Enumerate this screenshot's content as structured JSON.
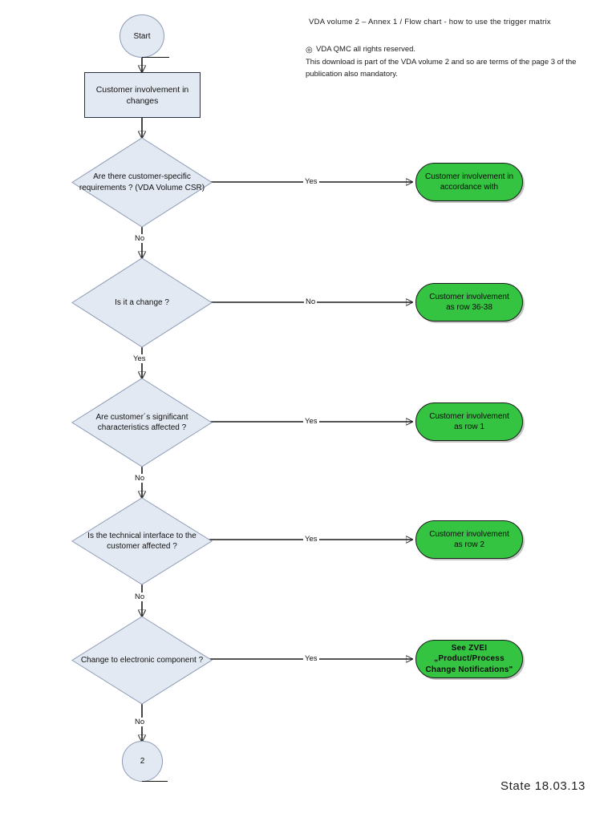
{
  "header": {
    "title": "VDA volume 2 – Annex 1 / Flow chart - how to use the trigger matrix",
    "copyright_symbol": "◎",
    "copyright_line": "VDA QMC all rights reserved.",
    "legal_line_1": "This download is part of the VDA volume 2 and so are terms of the page 3 of",
    "legal_line_2": "the publication also mandatory."
  },
  "footer": {
    "state": "State 18.03.13"
  },
  "colors": {
    "node_fill": "#e3e9f3",
    "node_stroke": "#8d9bb5",
    "process_stroke": "#27313f",
    "green_fill": "#35c441",
    "green_stroke": "#1a1a1a",
    "connector": "#1b1b1b",
    "page_bg": "#ffffff"
  },
  "nodes": {
    "start": {
      "label": "Start",
      "type": "terminator"
    },
    "process_1": {
      "label": "Customer involvement in changes",
      "type": "process"
    },
    "decision_1": {
      "label": "Are there customer-specific requirements ? (VDA Volume CSR)",
      "type": "decision"
    },
    "decision_2": {
      "label": "Is it a change ?",
      "type": "decision"
    },
    "decision_3": {
      "label": "Are customer´s significant characteristics affected ?",
      "type": "decision"
    },
    "decision_4": {
      "label": "Is the technical interface to the customer affected ?",
      "type": "decision"
    },
    "decision_5": {
      "label": "Change to electronic component ?",
      "type": "decision"
    },
    "outcome_1": {
      "label": "Customer involvement in accordance with",
      "type": "outcome"
    },
    "outcome_2": {
      "label": "Customer involvement as row 36-38",
      "type": "outcome"
    },
    "outcome_3": {
      "label": "Customer involvement as row 1",
      "type": "outcome"
    },
    "outcome_4": {
      "label": "Customer involvement as row 2",
      "type": "outcome"
    },
    "outcome_5": {
      "label": "See ZVEI „Product/Process Change Notifications\"",
      "type": "outcome"
    },
    "connector_2": {
      "label": "2",
      "type": "off-page-connector"
    }
  },
  "edges": {
    "d1_yes": "Yes",
    "d1_no": "No",
    "d2_no": "No",
    "d2_yes": "Yes",
    "d3_yes": "Yes",
    "d3_no": "No",
    "d4_yes": "Yes",
    "d4_no": "No",
    "d5_yes": "Yes",
    "d5_no": "No"
  }
}
